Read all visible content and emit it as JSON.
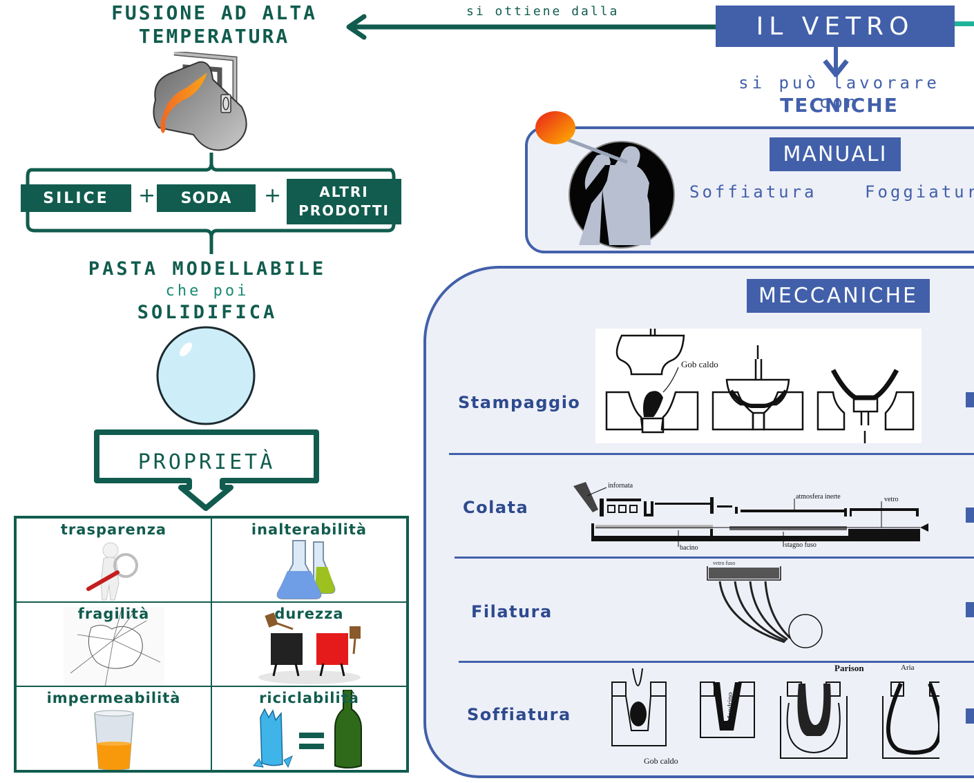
{
  "title": "IL VETRO",
  "source": {
    "connector_label": "si ottiene dalla",
    "heading_line1": "FUSIONE AD ALTA",
    "heading_line2": "TEMPERATURA"
  },
  "ingredients": {
    "items": [
      "SILICE",
      "SODA",
      "ALTRI PRODOTTI"
    ],
    "altri_line1": "ALTRI",
    "altri_line2": "PRODOTTI",
    "plus": "+"
  },
  "result": {
    "line1": "PASTA MODELLABILE",
    "line2": "che poi",
    "line3": "SOLIDIFICA"
  },
  "properties": {
    "title": "PROPRIETÀ",
    "items": [
      {
        "label": "trasparenza",
        "icon": "magnifier-figure-icon"
      },
      {
        "label": "inalterabilità",
        "icon": "flasks-icon"
      },
      {
        "label": "fragilità",
        "icon": "cracked-glass-icon"
      },
      {
        "label": "durezza",
        "icon": "hammer-cubes-icon"
      },
      {
        "label": "impermeabilità",
        "icon": "glass-of-liquid-icon"
      },
      {
        "label": "riciclabilità",
        "icon": "recycle-bottle-icon"
      }
    ]
  },
  "techniques": {
    "connector_line1": "si può lavorare con",
    "connector_line2": "TECNICHE",
    "manual": {
      "title": "MANUALI",
      "items": [
        "Soffiatura",
        "Foggiatur"
      ]
    },
    "mechanical": {
      "title": "MECCANICHE",
      "rows": [
        {
          "label": "Stampaggio",
          "annotations": [
            "Gob caldo"
          ]
        },
        {
          "label": "Colata",
          "annotations": [
            "infornata",
            "atmosfera inerte",
            "vetro",
            "bacino",
            "stagno fuso"
          ]
        },
        {
          "label": "Filatura",
          "annotations": [
            "vetro fuso"
          ]
        },
        {
          "label": "Soffiatura",
          "annotations": [
            "Gob caldo",
            "Mandrino",
            "Parison",
            "Aria"
          ]
        }
      ]
    }
  },
  "colors": {
    "green": "#115c4e",
    "blue": "#4260aa",
    "teal": "#1fb39a",
    "panel_bg": "#eef0f8"
  }
}
